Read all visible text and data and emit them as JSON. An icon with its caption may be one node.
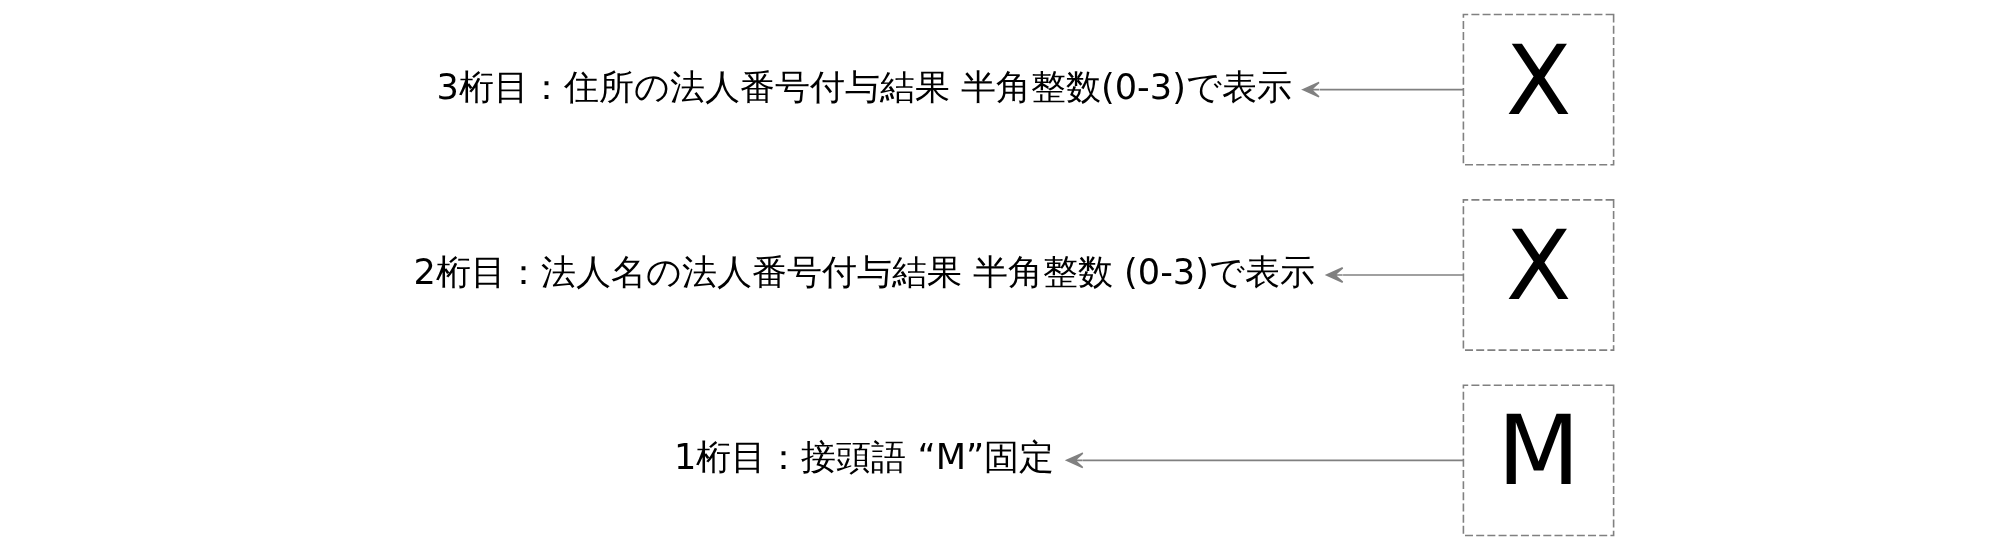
{
  "diagram": {
    "nodes": [
      {
        "text": [
          "M"
        ]
      },
      {
        "text": [
          "X"
        ]
      },
      {
        "text": [
          "X"
        ]
      },
      {
        "text": [
          "1桁目：接頭語 “M”固定"
        ]
      },
      {
        "text": [
          "2桁目：法人名の法人番号付与結果 半角整数 (0-3)で表示"
        ]
      },
      {
        "text": [
          "3桁目：住所の法人番号付与結果 半角整数(0-3)で表示"
        ]
      }
    ],
    "edges": [
      {
        "from": 0,
        "to": 3,
        "arrow": "to"
      },
      {
        "from": 1,
        "to": 4,
        "arrow": "to"
      },
      {
        "from": 2,
        "to": 5,
        "arrow": "to"
      }
    ]
  }
}
